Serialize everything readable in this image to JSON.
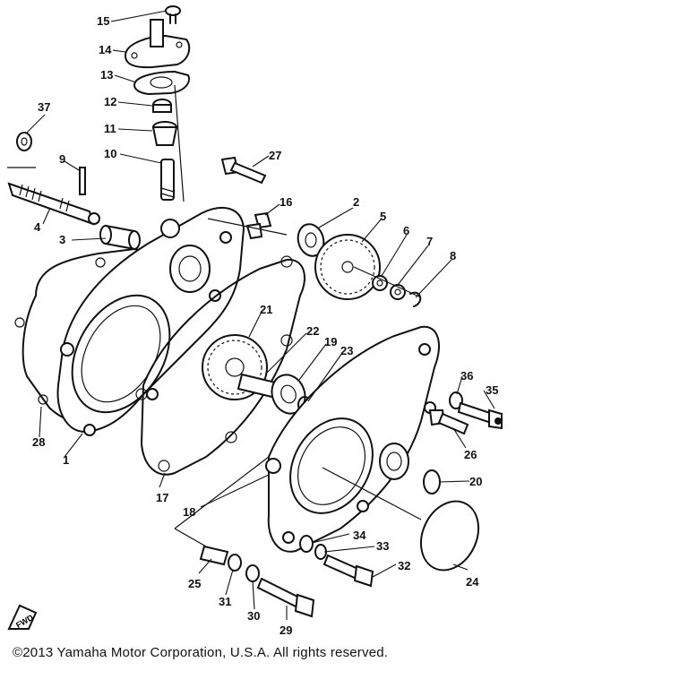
{
  "copyright": "©2013 Yamaha Motor Corporation, U.S.A. All rights reserved.",
  "fwd_label": "FWD",
  "callouts": {
    "c1": "1",
    "c2": "2",
    "c3": "3",
    "c4": "4",
    "c5": "5",
    "c6": "6",
    "c7": "7",
    "c8": "8",
    "c9": "9",
    "c10": "10",
    "c11": "11",
    "c12": "12",
    "c13": "13",
    "c14": "14",
    "c15": "15",
    "c16": "16",
    "c17": "17",
    "c18": "18",
    "c19": "19",
    "c20": "20",
    "c21": "21",
    "c22": "22",
    "c23": "23",
    "c24": "24",
    "c25": "25",
    "c26": "26",
    "c27": "27",
    "c28": "28",
    "c29": "29",
    "c30": "30",
    "c31": "31",
    "c32": "32",
    "c33": "33",
    "c34": "34",
    "c35": "35",
    "c36": "36",
    "c37": "37"
  }
}
